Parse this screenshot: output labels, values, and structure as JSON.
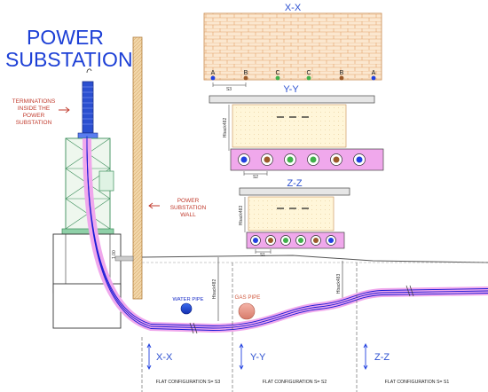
{
  "title": {
    "line1": "POWER",
    "line2": "SUBSTATION"
  },
  "notes": {
    "terminations": [
      "TERMINATIONS",
      "INSIDE THE",
      "POWER",
      "SUBSTATION"
    ],
    "wall": [
      "POWER",
      "SUBSTATION",
      "WALL"
    ],
    "water_pipe": "WATER PIPE",
    "gas_pipe": "GAS PIPE"
  },
  "sections": {
    "xx": {
      "title": "X-X",
      "phases": [
        "A",
        "B",
        "C",
        "C",
        "B",
        "A"
      ],
      "spacing": "S3"
    },
    "yy": {
      "title": "Y-Y",
      "spacing": "S2",
      "height_label": "Hback482"
    },
    "zz": {
      "title": "Z-Z",
      "spacing": "S1",
      "height_label": "Hback483"
    }
  },
  "depth_labels": {
    "main": "Hback482",
    "right": "Hback483",
    "wall": "1.00"
  },
  "cut_markers": [
    "X-X",
    "Y-Y",
    "Z-Z"
  ],
  "configurations": [
    "FLAT CONFIGURATION S= S3",
    "FLAT CONFIGURATION S= S2",
    "FLAT CONFIGURATION S= S1"
  ],
  "colors": {
    "title_blue": "#1c3fd6",
    "note_red": "#c0392b",
    "brick_fill": "#fbe7cf",
    "brick_line": "#e3a36a",
    "conduit_fill": "#f0a8ec",
    "concrete_fill": "#fff6d9",
    "cable_blue": "#1b1bd6"
  }
}
